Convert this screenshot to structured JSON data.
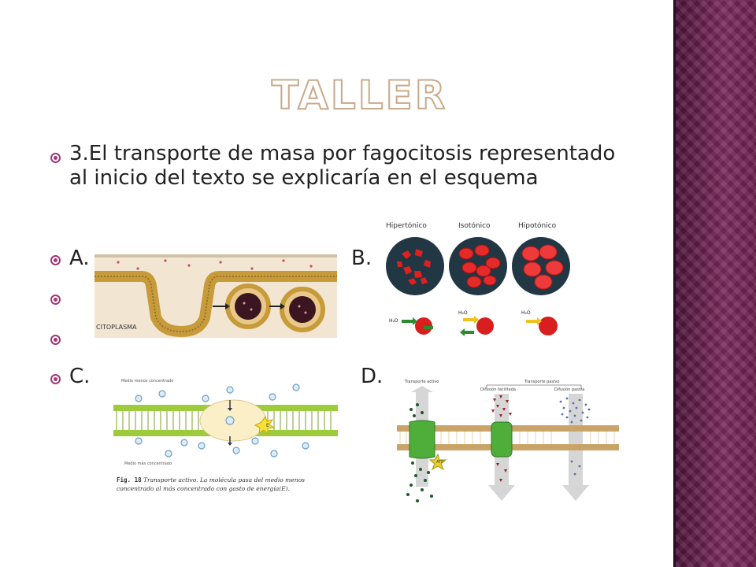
{
  "slide": {
    "title": "TALLER",
    "question": "3.El transporte de masa  por fagocitosis representado al inicio del texto se explicaría en el esquema",
    "options": {
      "a": "A.",
      "b": "B.",
      "c": "C.",
      "d": "D."
    }
  },
  "figure_a": {
    "label": "CITOPLASMA"
  },
  "figure_b": {
    "labels": [
      "Hipertónico",
      "Isotónico",
      "Hipotónico"
    ],
    "water": "H₂O"
  },
  "figure_c": {
    "label_top": "Medio menos concentrado",
    "label_bottom": "Medio más concentrado",
    "energy": "E",
    "caption_fig": "Fig. 18",
    "caption_text": "Transporte activo. La molécula pasa del medio menos concentrado al más concentrado con gasto de energía(E)."
  },
  "figure_d": {
    "active": "Transporte activo",
    "passive": "Transporte pasivo",
    "facilitated": "Difusión facilitada",
    "simple": "Difusión pasiva",
    "atp": "ATP"
  },
  "colors": {
    "sidebar": "#6b1f4e",
    "bullet": "#a03a76",
    "title_outline": "#c9a98a"
  }
}
